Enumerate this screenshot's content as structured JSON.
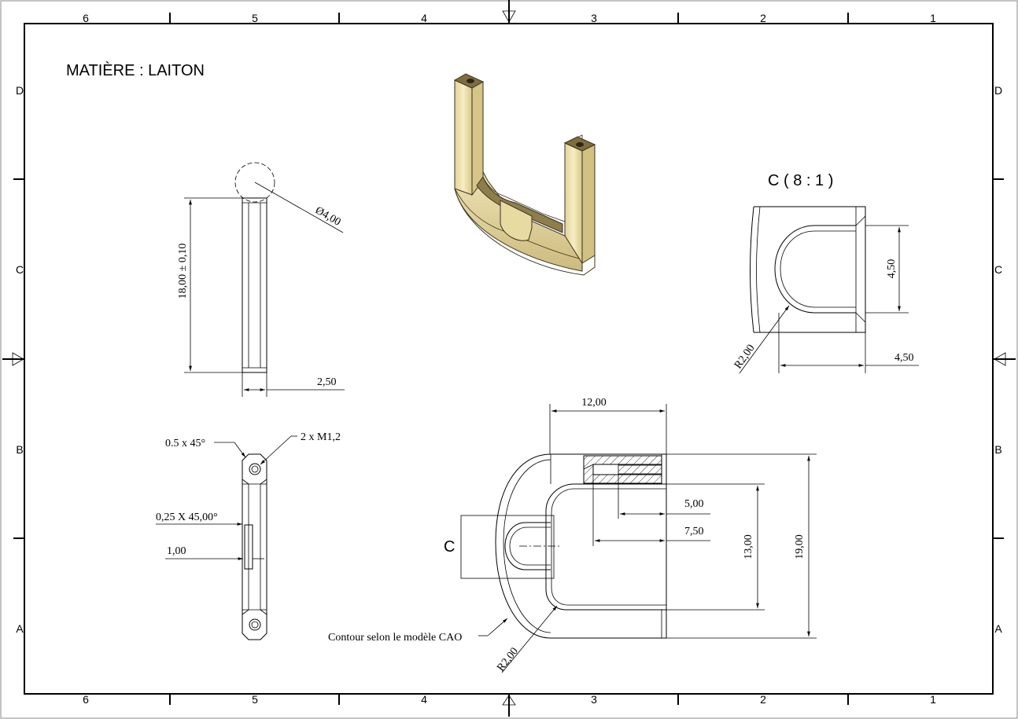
{
  "drawing": {
    "material": "MATIÈRE : LAITON",
    "frame_cols_top": [
      "6",
      "5",
      "4",
      "3",
      "2",
      "1"
    ],
    "frame_cols_bottom": [
      "6",
      "5",
      "4",
      "3",
      "2",
      "1"
    ],
    "frame_rows_left": [
      "D",
      "C",
      "B",
      "A"
    ],
    "frame_rows_right": [
      "D",
      "C",
      "B",
      "A"
    ],
    "detail_title": "C ( 8 : 1 )",
    "detail_marker": "C",
    "note_contour": "Contour selon le modèle CAO",
    "colors": {
      "brass_light": "#F2E7B6",
      "brass_mid": "#D9C98E",
      "brass_dark": "#8E7E4C"
    }
  },
  "dims": {
    "diameter": "Ø4,00",
    "length_tol": "18,00 ± 0,10",
    "width_side": "2,50",
    "chamfer_05": "0.5 x 45°",
    "thread": "2 x M1,2",
    "chamfer_025": "0,25 X 45,00°",
    "depth_1": "1,00",
    "detail_h": "4,50",
    "detail_w": "4,50",
    "detail_r": "R2,00",
    "top_12": "12,00",
    "hole_5": "5,00",
    "hole_75": "7,50",
    "inner_13": "13,00",
    "outer_19": "19,00",
    "main_r": "R2,00"
  }
}
